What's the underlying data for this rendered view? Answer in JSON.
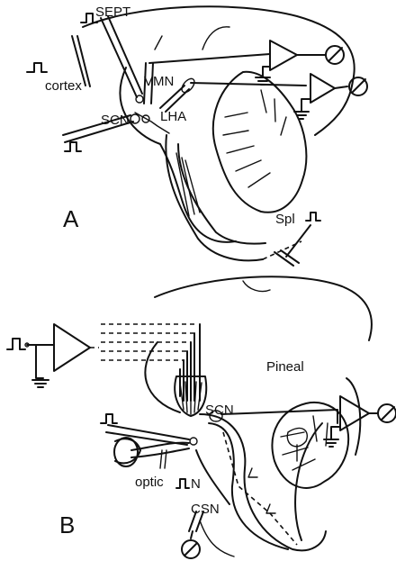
{
  "panel_a": {
    "letter": "A",
    "labels": {
      "sept": "SEPT",
      "cortex": "cortex",
      "vmn": "VMN",
      "scn": "SCN",
      "lha": "LHA",
      "spl": "Spl"
    }
  },
  "panel_b": {
    "letter": "B",
    "labels": {
      "pineal": "Pineal",
      "scn": "SCN",
      "optic": "optic",
      "n": "N",
      "csn": "CSN"
    }
  }
}
